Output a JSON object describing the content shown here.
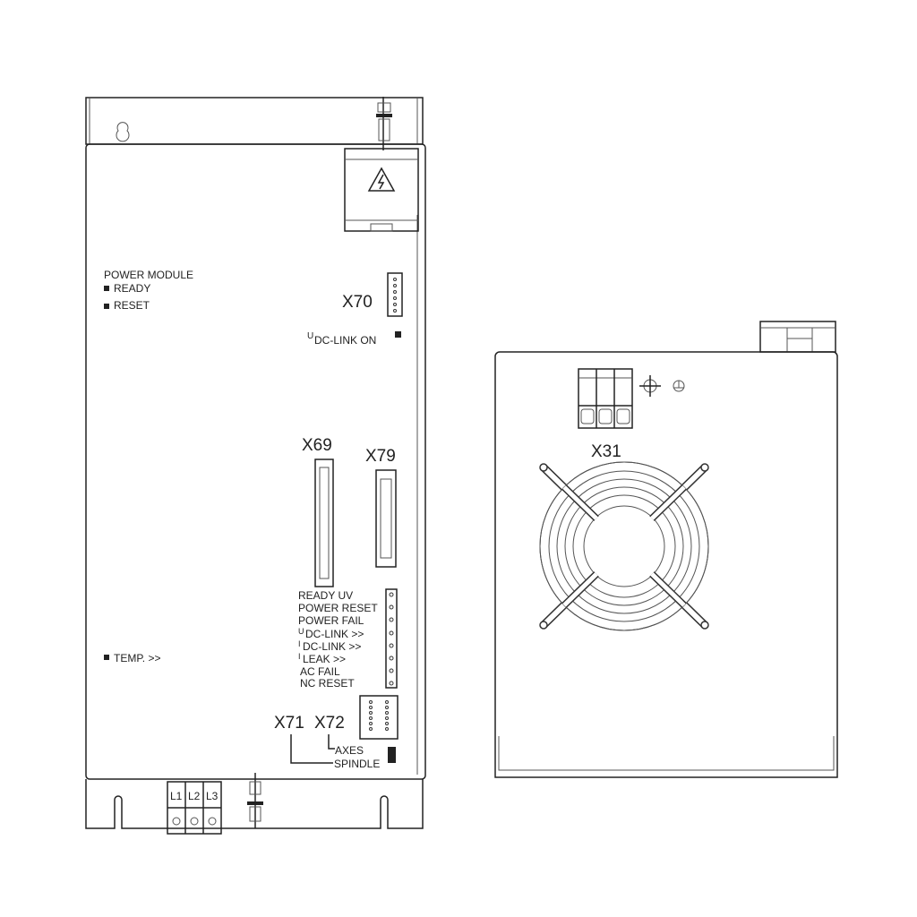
{
  "power_module": {
    "title": "POWER MODULE",
    "ready": "READY",
    "reset": "RESET",
    "temp": "TEMP. >>",
    "x70": "X70",
    "udc_on_u": "U",
    "udc_on": "DC-LINK ON",
    "x69": "X69",
    "x79": "X79",
    "signals": [
      "READY UV",
      "POWER RESET",
      "POWER FAIL",
      "DC-LINK  >>",
      "DC-LINK  >>",
      "LEAK  >>",
      "AC FAIL",
      "NC RESET"
    ],
    "signal_prefixes": [
      "U",
      "I",
      "I"
    ],
    "x71": "X71",
    "x72": "X72",
    "axes": "AXES",
    "spindle": "SPINDLE",
    "terminals": [
      "L1",
      "L2",
      "L3"
    ]
  },
  "fan_unit": {
    "x31": "X31"
  }
}
